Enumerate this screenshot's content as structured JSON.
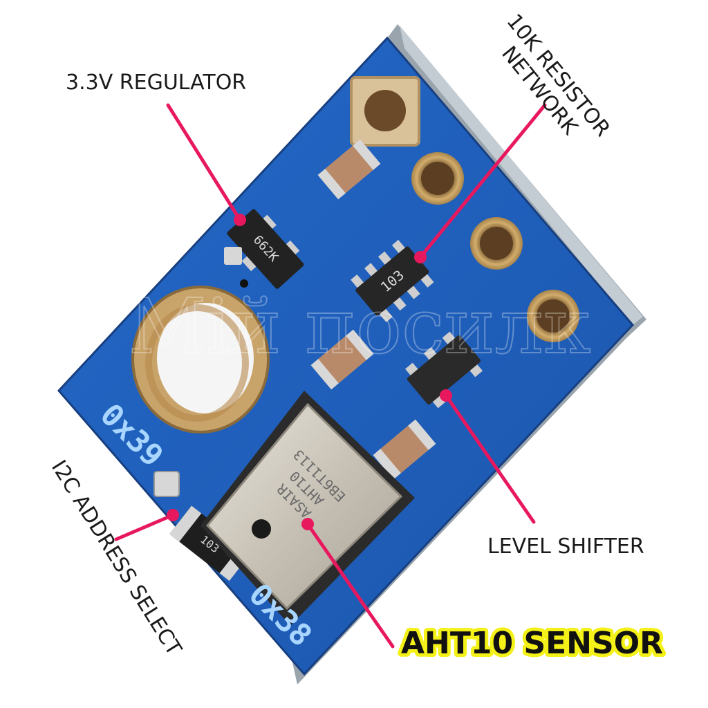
{
  "labels": {
    "regulator": "3.3V REGULATOR",
    "resistor_network_line1": "10K RESISTOR",
    "resistor_network_line2": "NETWORK",
    "level_shifter": "LEVEL SHIFTER",
    "i2c_address_select": "I2C ADDRESS SELECT",
    "sensor": "AHT10 SENSOR"
  },
  "board": {
    "address_high": "0x39",
    "address_low": "0x38",
    "resistor_network_marking": "103",
    "resistor_marking": "103",
    "regulator_marking": "662K",
    "sensor_marking_line1": "ASAIR",
    "sensor_marking_line2": "AHT10",
    "sensor_marking_line3": "EB6T1113"
  },
  "watermark": "Мій посилк",
  "colors": {
    "pcb": "#1f5fc0",
    "pcb_dark": "#163f86",
    "pcb_edge": "#9aa4ad",
    "pad_gold": "#c9a46a",
    "leader": "#e8185e",
    "sensor_highlight": "#f3f000"
  }
}
